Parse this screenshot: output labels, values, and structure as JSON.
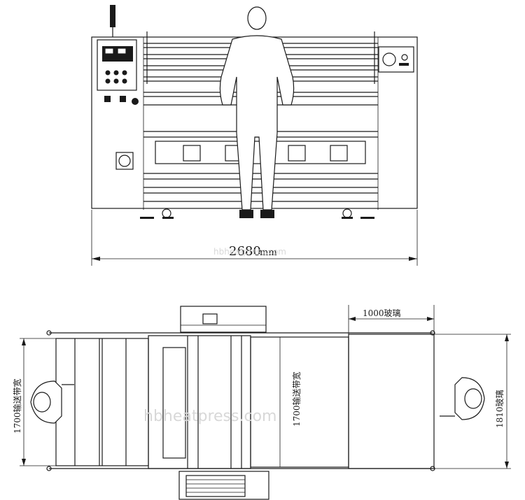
{
  "front_view": {
    "width_value": "2680",
    "width_unit": "mm"
  },
  "top_view": {
    "glass_length_label": "1000玻璃",
    "belt_width_left_label": "1700输送带宽",
    "belt_width_center_label": "1700输送带宽",
    "glass_width_label": "1810玻璃"
  },
  "watermarks": {
    "front": "hbheatpress.com",
    "top": "hbheatpress.com"
  },
  "colors": {
    "line": "#1a1a1a",
    "background": "#ffffff",
    "watermark": "#d8d8d8"
  }
}
